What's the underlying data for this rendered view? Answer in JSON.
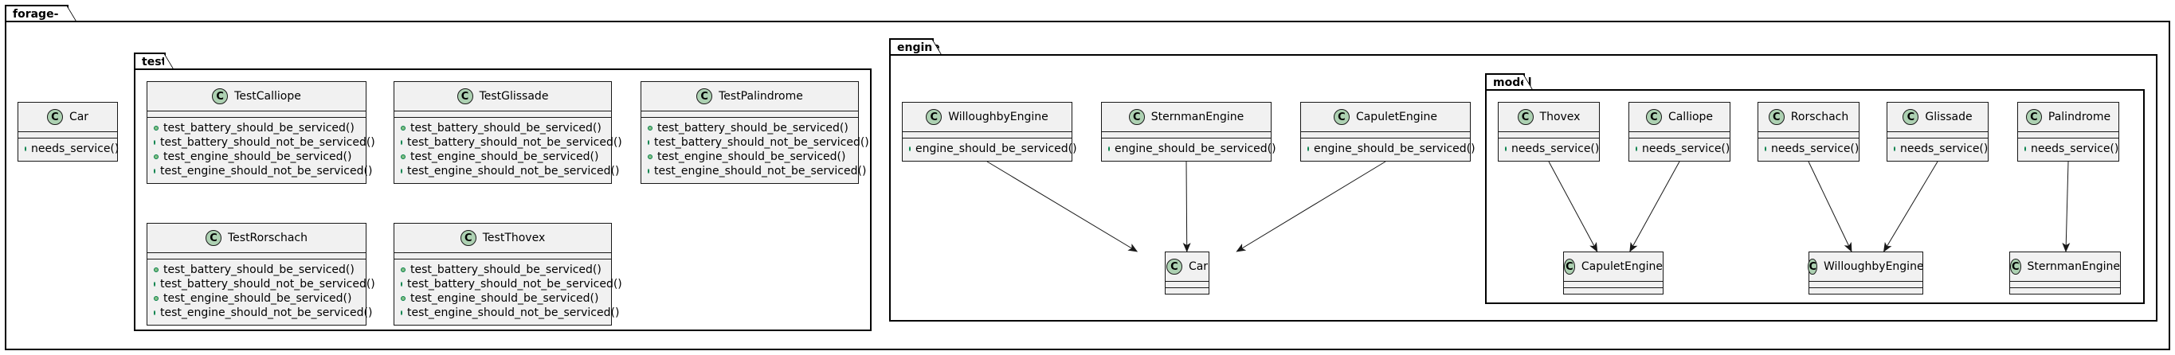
{
  "packages": {
    "root": {
      "name": "forage-lyft"
    },
    "test": {
      "name": "test"
    },
    "engine": {
      "name": "engine"
    },
    "model": {
      "name": "model"
    }
  },
  "classes": {
    "car_root": {
      "name": "Car",
      "methods": [
        "needs_service()"
      ]
    },
    "test_calliope": {
      "name": "TestCalliope",
      "methods": [
        "test_battery_should_be_serviced()",
        "test_battery_should_not_be_serviced()",
        "test_engine_should_be_serviced()",
        "test_engine_should_not_be_serviced()"
      ]
    },
    "test_glissade": {
      "name": "TestGlissade",
      "methods": [
        "test_battery_should_be_serviced()",
        "test_battery_should_not_be_serviced()",
        "test_engine_should_be_serviced()",
        "test_engine_should_not_be_serviced()"
      ]
    },
    "test_palindrome": {
      "name": "TestPalindrome",
      "methods": [
        "test_battery_should_be_serviced()",
        "test_battery_should_not_be_serviced()",
        "test_engine_should_be_serviced()",
        "test_engine_should_not_be_serviced()"
      ]
    },
    "test_rorschach": {
      "name": "TestRorschach",
      "methods": [
        "test_battery_should_be_serviced()",
        "test_battery_should_not_be_serviced()",
        "test_engine_should_be_serviced()",
        "test_engine_should_not_be_serviced()"
      ]
    },
    "test_thovex": {
      "name": "TestThovex",
      "methods": [
        "test_battery_should_be_serviced()",
        "test_battery_should_not_be_serviced()",
        "test_engine_should_be_serviced()",
        "test_engine_should_not_be_serviced()"
      ]
    },
    "willoughby_engine": {
      "name": "WilloughbyEngine",
      "methods": [
        "engine_should_be_serviced()"
      ]
    },
    "sternman_engine": {
      "name": "SternmanEngine",
      "methods": [
        "engine_should_be_serviced()"
      ]
    },
    "capulet_engine": {
      "name": "CapuletEngine",
      "methods": [
        "engine_should_be_serviced()"
      ]
    },
    "car_engine": {
      "name": "Car",
      "methods": []
    },
    "thovex": {
      "name": "Thovex",
      "methods": [
        "needs_service()"
      ]
    },
    "calliope": {
      "name": "Calliope",
      "methods": [
        "needs_service()"
      ]
    },
    "rorschach": {
      "name": "Rorschach",
      "methods": [
        "needs_service()"
      ]
    },
    "glissade": {
      "name": "Glissade",
      "methods": [
        "needs_service()"
      ]
    },
    "palindrome": {
      "name": "Palindrome",
      "methods": [
        "needs_service()"
      ]
    },
    "capulet_engine_model": {
      "name": "CapuletEngine",
      "methods": []
    },
    "willoughby_engine_model": {
      "name": "WilloughbyEngine",
      "methods": []
    },
    "sternman_engine_model": {
      "name": "SternmanEngine",
      "methods": []
    }
  },
  "class_icon_letter": "C",
  "relations": [
    {
      "from": "willoughby_engine",
      "to": "car_engine"
    },
    {
      "from": "sternman_engine",
      "to": "car_engine"
    },
    {
      "from": "capulet_engine",
      "to": "car_engine"
    },
    {
      "from": "thovex",
      "to": "capulet_engine_model"
    },
    {
      "from": "calliope",
      "to": "capulet_engine_model"
    },
    {
      "from": "rorschach",
      "to": "willoughby_engine_model"
    },
    {
      "from": "glissade",
      "to": "willoughby_engine_model"
    },
    {
      "from": "palindrome",
      "to": "sternman_engine_model"
    }
  ],
  "colors": {
    "class_fill": "#f1f1f1",
    "icon_fill": "#add1b2",
    "method_dot": "#84be84",
    "line": "#181818"
  }
}
